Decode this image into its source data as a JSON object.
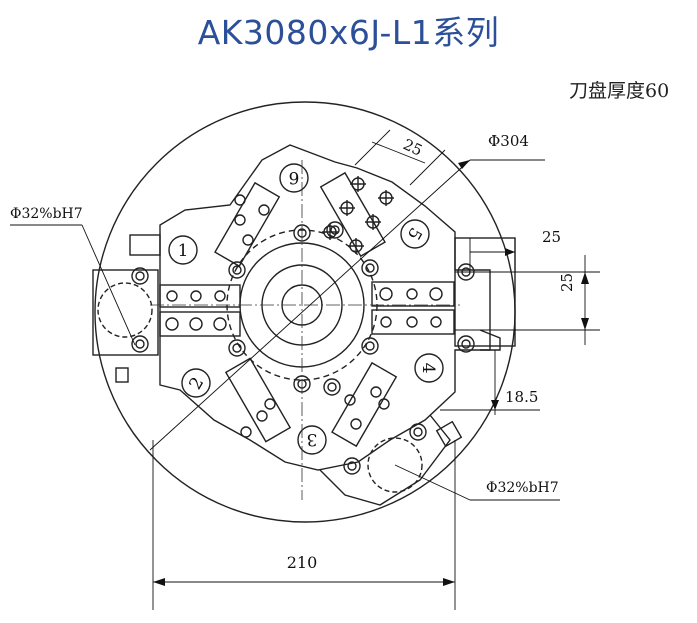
{
  "title": "AK3080x6J-L1系列",
  "thickness_note": "刀盘厚度60",
  "dimensions": {
    "dia_disc": "Φ304",
    "dia_bore_left": "Φ32%bH7",
    "dia_bore_right": "Φ32%bH7",
    "pitch_diag": "25",
    "offset_right_h": "25",
    "offset_right_v": "25",
    "offset_small": "18.5",
    "width_bottom": "210"
  },
  "station_numbers": [
    "1",
    "2",
    "3",
    "4",
    "5",
    "6"
  ]
}
